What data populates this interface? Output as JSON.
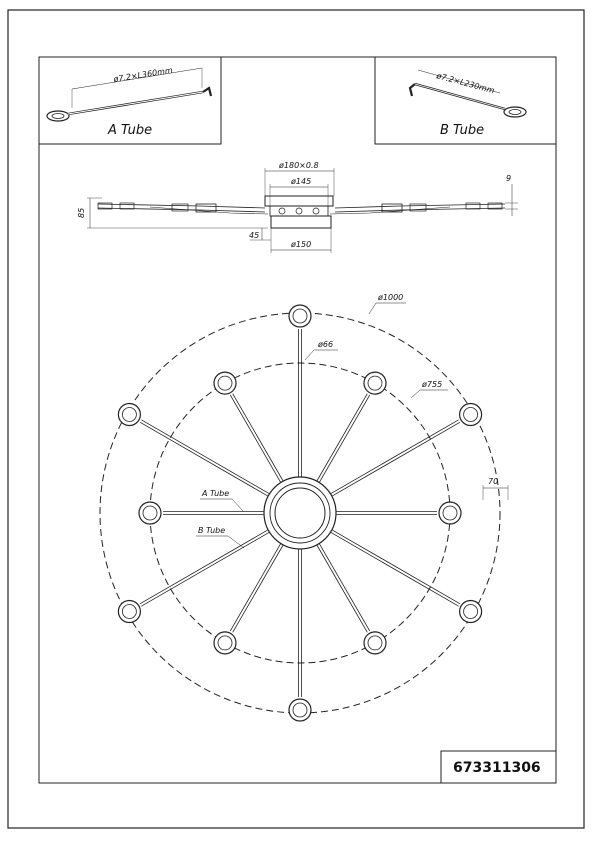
{
  "inset_a": {
    "dimension": "ø7.2×L360mm",
    "label": "A Tube"
  },
  "inset_b": {
    "dimension": "ø7.2×L230mm",
    "label": "B Tube"
  },
  "side_view": {
    "d_canopy": "ø180×0.8",
    "d_145": "ø145",
    "d_150": "ø150",
    "h_85": "85",
    "h_45": "45",
    "h_9": "9"
  },
  "top_view": {
    "d_outer": "ø1000",
    "d_inner": "ø755",
    "d_shade": "ø66",
    "w_70": "70",
    "label_a": "A Tube",
    "label_b": "B Tube"
  },
  "product_code": "673311306"
}
